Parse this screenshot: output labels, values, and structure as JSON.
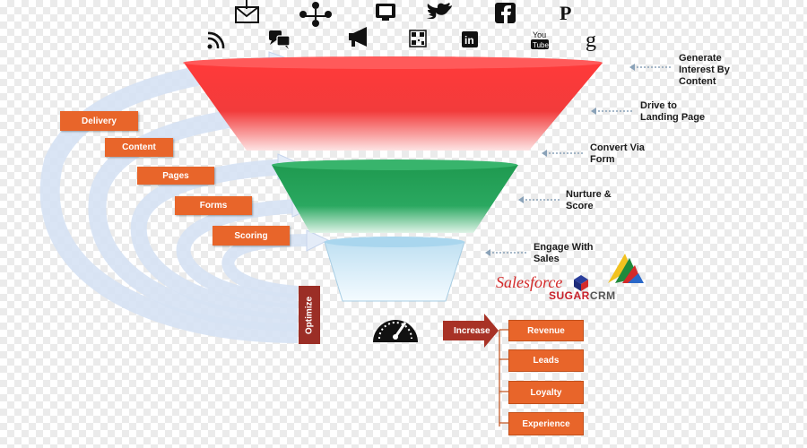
{
  "stages": [
    {
      "label": "Generate\nInterest By\nContent"
    },
    {
      "label": "Drive to\nLanding Page"
    },
    {
      "label": "Convert Via\nForm"
    },
    {
      "label": "Nurture &\nScore"
    },
    {
      "label": "Engage With\nSales"
    }
  ],
  "tactics": [
    "Delivery",
    "Content",
    "Pages",
    "Forms",
    "Scoring"
  ],
  "optimize_label": "Optimize",
  "increase_label": "Increase",
  "results": [
    "Revenue",
    "Leads",
    "Loyalty",
    "Experience"
  ],
  "logos": {
    "salesforce": "Salesforce",
    "sugar_a": "SUGAR",
    "sugar_b": "CRM"
  },
  "icons": {
    "top_row": [
      "email-download-icon",
      "network-people-icon",
      "tv-icon",
      "twitter-icon",
      "facebook-icon",
      "pinterest-icon"
    ],
    "bottom_row": [
      "rss-icon",
      "chat-icon",
      "megaphone-icon",
      "qr-code-icon",
      "linkedin-icon",
      "youtube-icon",
      "google-icon"
    ],
    "youtube_text": [
      "You",
      "Tube"
    ],
    "google_text": "g"
  },
  "colors": {
    "funnel_top": "#ee2a2a",
    "funnel_middle": "#1f9a50",
    "funnel_bottom": "#c9e6f5",
    "tag": "#e8652a",
    "optimize": "#9b2e26",
    "increase": "#a83226"
  }
}
